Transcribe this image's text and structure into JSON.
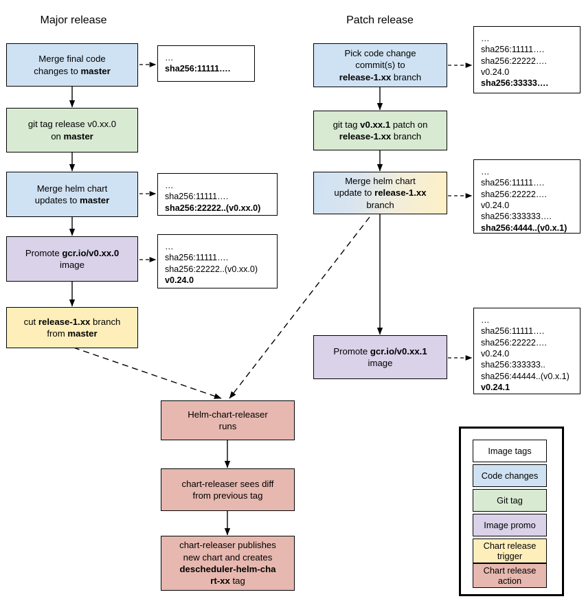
{
  "diagram": {
    "title_major": "Major release",
    "title_patch": "Patch release"
  },
  "major_release": {
    "nodes": [
      {
        "id": "merge-final-code",
        "kind": "code-changes",
        "text_html": "Merge final code<br>changes to <b>master</b>"
      },
      {
        "id": "git-tag-release",
        "kind": "git-tag",
        "text_html": "git tag release v0.xx.0<br>on <b>master</b>"
      },
      {
        "id": "merge-helm-chart",
        "kind": "code-changes",
        "text_html": "Merge helm chart<br>updates to <b>master</b>"
      },
      {
        "id": "promote-image",
        "kind": "image-promo",
        "text_html": "Promote <b>gcr.io/v0.xx.0</b><br>image"
      },
      {
        "id": "cut-release-branch",
        "kind": "chart-trigger",
        "text_html": "cut <b>release-1.xx</b> branch<br>from <b>master</b>"
      }
    ],
    "tag_boxes": [
      {
        "id": "tags-after-merge-final",
        "lines": [
          {
            "t": "…",
            "bold": false
          },
          {
            "t": "sha256:11111….",
            "bold": true
          }
        ]
      },
      {
        "id": "tags-after-helm-merge",
        "lines": [
          {
            "t": "…",
            "bold": false
          },
          {
            "t": "sha256:11111….",
            "bold": false
          },
          {
            "t": "sha256:22222..(v0.xx.0)",
            "bold": true
          }
        ]
      },
      {
        "id": "tags-after-promote",
        "lines": [
          {
            "t": "…",
            "bold": false
          },
          {
            "t": "sha256:11111….",
            "bold": false
          },
          {
            "t": "sha256:22222..(v0.xx.0)",
            "bold": false
          },
          {
            "t": "v0.24.0",
            "bold": true
          }
        ]
      }
    ]
  },
  "patch_release": {
    "nodes": [
      {
        "id": "pick-code-change",
        "kind": "code-changes",
        "text_html": "Pick code change<br>commit(s) to<br><b>release-1.xx</b> branch"
      },
      {
        "id": "git-tag-patch",
        "kind": "git-tag",
        "text_html": "git tag <b>v0.xx.1</b> patch on<br><b>release-1.xx</b> branch"
      },
      {
        "id": "merge-helm-chart-patch",
        "kind": "gradient",
        "text_html": "Merge helm chart<br>update to <b>release-1.xx</b><br>branch"
      },
      {
        "id": "promote-image-patch",
        "kind": "image-promo",
        "text_html": "Promote <b>gcr.io/v0.xx.1</b><br>image"
      }
    ],
    "tag_boxes": [
      {
        "id": "tags-after-pick",
        "lines": [
          {
            "t": "…",
            "bold": false
          },
          {
            "t": "sha256:11111….",
            "bold": false
          },
          {
            "t": "sha256:22222….",
            "bold": false
          },
          {
            "t": "v0.24.0",
            "bold": false
          },
          {
            "t": "sha256:33333….",
            "bold": true
          }
        ]
      },
      {
        "id": "tags-after-helm-patch",
        "lines": [
          {
            "t": "…",
            "bold": false
          },
          {
            "t": "sha256:11111….",
            "bold": false
          },
          {
            "t": "sha256:22222….",
            "bold": false
          },
          {
            "t": "v0.24.0",
            "bold": false
          },
          {
            "t": "sha256:333333….",
            "bold": false
          },
          {
            "t": "sha256:4444..(v0.x.1)",
            "bold": true
          }
        ]
      },
      {
        "id": "tags-after-promote-patch",
        "lines": [
          {
            "t": "…",
            "bold": false
          },
          {
            "t": "sha256:11111….",
            "bold": false
          },
          {
            "t": "sha256:22222….",
            "bold": false
          },
          {
            "t": "v0.24.0",
            "bold": false
          },
          {
            "t": "sha256:333333..",
            "bold": false
          },
          {
            "t": "sha256:44444..(v0.x.1)",
            "bold": false
          },
          {
            "t": "v0.24.1",
            "bold": true
          }
        ]
      }
    ]
  },
  "chart_release_flow": {
    "nodes": [
      {
        "id": "helm-chart-releaser-runs",
        "kind": "chart-action",
        "text_html": "Helm-chart-releaser<br>runs"
      },
      {
        "id": "chart-releaser-sees-diff",
        "kind": "chart-action",
        "text_html": "chart-releaser sees diff<br>from previous tag"
      },
      {
        "id": "chart-releaser-publishes",
        "kind": "chart-action",
        "text_html": "chart-releaser publishes<br>new chart and creates<br><b>descheduler-helm-cha</b><br><b>rt-xx</b> tag"
      }
    ]
  },
  "legend": {
    "items": [
      {
        "label": "Image tags",
        "kind": "image-tags"
      },
      {
        "label": "Code changes",
        "kind": "code-changes"
      },
      {
        "label": "Git tag",
        "kind": "git-tag"
      },
      {
        "label": "Image promo",
        "kind": "image-promo"
      },
      {
        "label": "Chart release trigger",
        "kind": "chart-trigger"
      },
      {
        "label": "Chart release action",
        "kind": "chart-action"
      }
    ]
  },
  "colors": {
    "code_changes": "#cfe2f3",
    "git_tag": "#d9ead3",
    "image_promo": "#d9d2e9",
    "chart_trigger": "#fdeeba",
    "chart_action": "#e6b8af",
    "image_tags": "#ffffff",
    "stroke": "#000000"
  }
}
